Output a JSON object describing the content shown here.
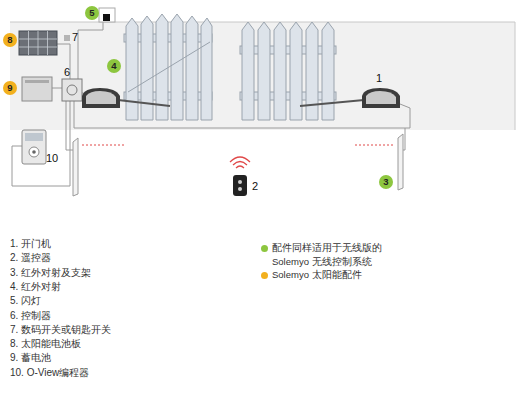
{
  "diagram": {
    "nodes": [
      {
        "text": [
          "5"
        ]
      },
      {
        "text": [
          "8"
        ]
      },
      {
        "text": [
          "9"
        ]
      },
      {
        "text": [
          "4"
        ]
      },
      {
        "text": [
          "3"
        ]
      }
    ],
    "labels": [
      "7",
      "6",
      "1",
      "2",
      "10",
      "1. 开门机",
      "2. 遥控器",
      "3. 红外对射及支架",
      "4. 红外对射",
      "5. 闪灯",
      "6. 控制器",
      "7. 数码开关或钥匙开关",
      "8. 太阳能电池板",
      "9. 蓄电池",
      "10. O-View编程器"
    ],
    "legend": [
      {
        "text": "配件同样适用于无线版的 Solemyo 无线控制系统",
        "color": "#8dc63f"
      },
      {
        "text": "Solemyo 太阳能配件",
        "color": "#f2b01e"
      }
    ]
  }
}
